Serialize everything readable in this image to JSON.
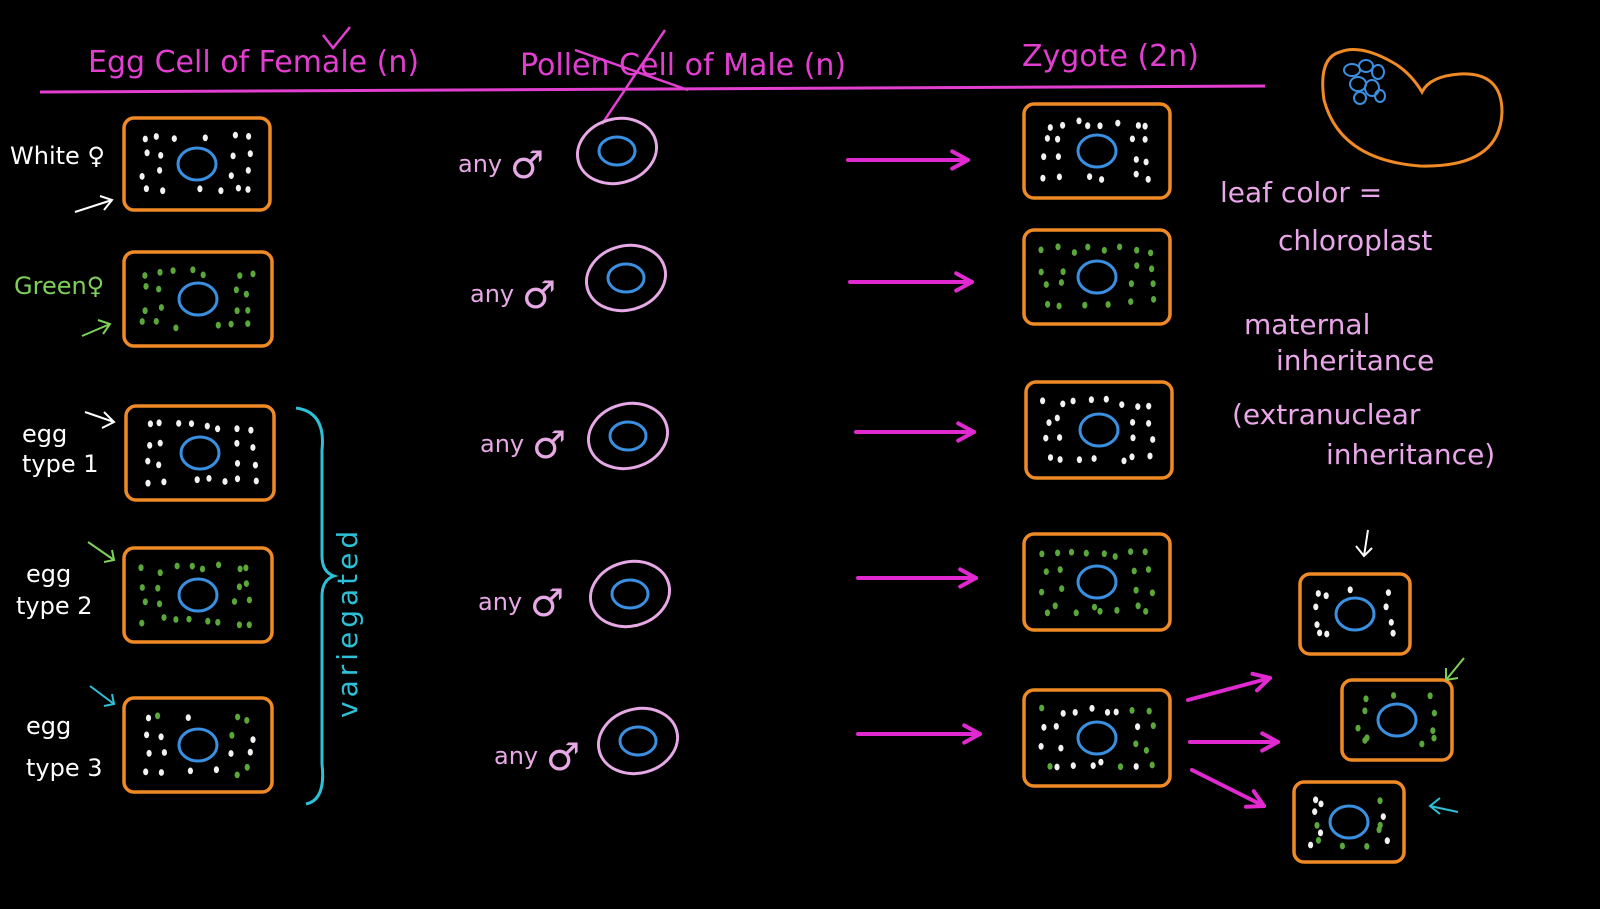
{
  "headers": {
    "egg": "Egg Cell of Female (n)",
    "pollen": "Pollen Cell of Male (n)",
    "zygote": "Zygote (2n)"
  },
  "row_labels": {
    "white": "White ♀",
    "green": "Green♀",
    "egg1": [
      "egg",
      "type 1"
    ],
    "egg2": [
      "egg",
      "type 2"
    ],
    "egg3": [
      "egg",
      "type 3"
    ]
  },
  "pollen_label": "any",
  "male_symbol": "♂",
  "brace_label": "variegated",
  "notes": {
    "line1": "leaf color =",
    "line2": "chloroplast",
    "line3": "maternal",
    "line4": "inheritance",
    "line5": "(extranuclear",
    "line6": "inheritance)"
  },
  "colors": {
    "background": "#000000",
    "header": "#e23fd0",
    "cell_border": "#f08a24",
    "nucleus": "#3a8fe0",
    "pollen": "#e7a9e6",
    "arrow": "#e02ad0",
    "white_plastid": "#f2f2f2",
    "green_plastid": "#5aa83a",
    "brace": "#2ec0d6",
    "label_white": "#ffffff",
    "label_green": "#7fd05a",
    "note": "#e9a6e8"
  },
  "cells": {
    "egg_row_1": "white",
    "egg_row_2": "green",
    "egg_row_3": "white",
    "egg_row_4": "green",
    "egg_row_5": "mixed",
    "daughters": [
      "white",
      "green",
      "mixed"
    ]
  }
}
